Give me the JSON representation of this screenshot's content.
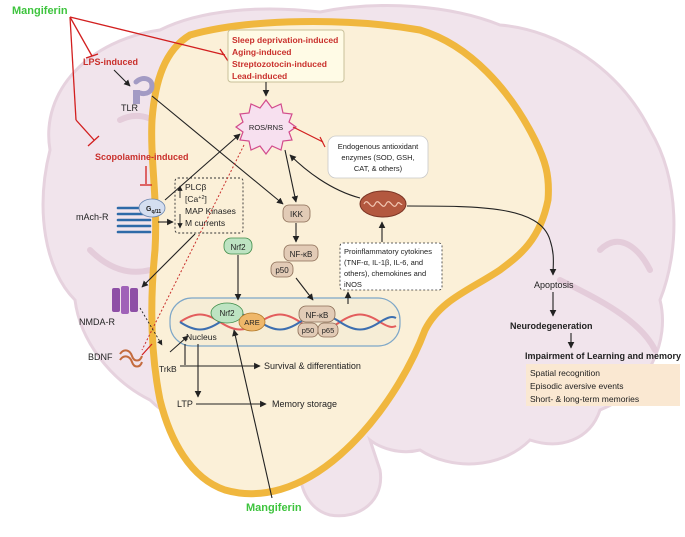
{
  "mangiferin_top": "Mangiferin",
  "mangiferin_bottom": "Mangiferin",
  "lps": "LPS-induced",
  "tlr": "TLR",
  "scopolamine": "Scopolamine-induced",
  "inducers": [
    "Sleep deprivation-induced",
    "Aging-induced",
    "Streptozotocin-induced",
    "Lead-induced"
  ],
  "ros": "ROS/RNS",
  "antioxidant": [
    "Endogenous antioxidant",
    "enzymes (SOD, GSH,",
    "CAT, & others)"
  ],
  "machr": "mAch-R",
  "gq": "G",
  "gq_sub": "q/11",
  "plc": {
    "line1": "PLCβ",
    "line2_base": "[Ca",
    "line2_sup": "+2",
    "line2_end": "]",
    "line3": "MAP Kinases",
    "line4": "M currents"
  },
  "nrf2_cyto": "Nrf2",
  "ikk": "IKK",
  "nfkb_cyto": "NF-κB",
  "p50_cyto": "p50",
  "cytokines": [
    "Proinflammatory cytokines",
    "(TNF-α, IL-1β, IL-6, and",
    "others), chemokines and",
    "iNOS"
  ],
  "nmda": "NMDA-R",
  "nrf2_nuc": "Nrf2",
  "are": "ARE",
  "nfkb_nuc": "NF-κB",
  "p50_nuc": "p50",
  "p65": "p65",
  "nucleus": "Nucleus",
  "bdnf": "BDNF",
  "trkb": "TrkB",
  "survival": "Survival & differentiation",
  "ltp": "LTP",
  "memory_storage": "Memory storage",
  "apoptosis": "Apoptosis",
  "neurodegeneration": "Neurodegeneration",
  "impairment": "Impairment of Learning and memory",
  "impairment_items": [
    "Spatial recognition",
    "Episodic aversive events",
    "Short- & long-term memories"
  ],
  "colors": {
    "green": "#3ec43e",
    "red": "#c9302c",
    "cell_fill": "#fbf0d8",
    "cell_border": "#f0b73e",
    "brain": "#f1e4ec"
  }
}
